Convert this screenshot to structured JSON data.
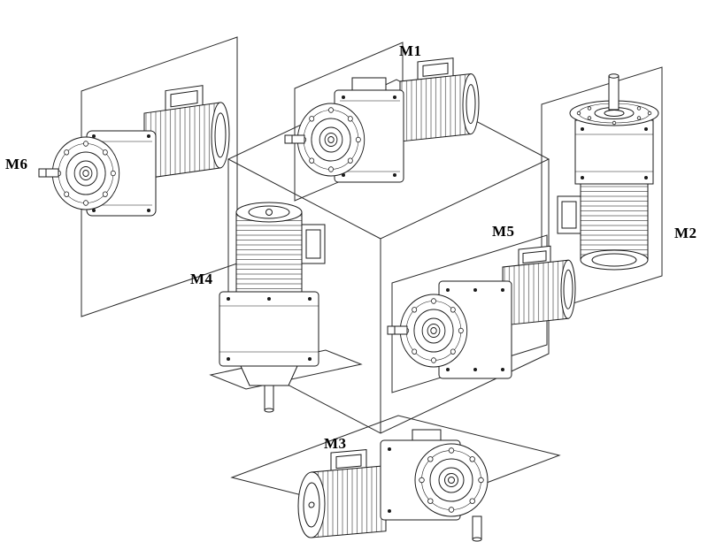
{
  "diagram": {
    "labels": {
      "m1": "M1",
      "m2": "M2",
      "m3": "M3",
      "m4": "M4",
      "m5": "M5",
      "m6": "M6"
    },
    "line_color": "#1a1a1a",
    "background": "#ffffff"
  }
}
